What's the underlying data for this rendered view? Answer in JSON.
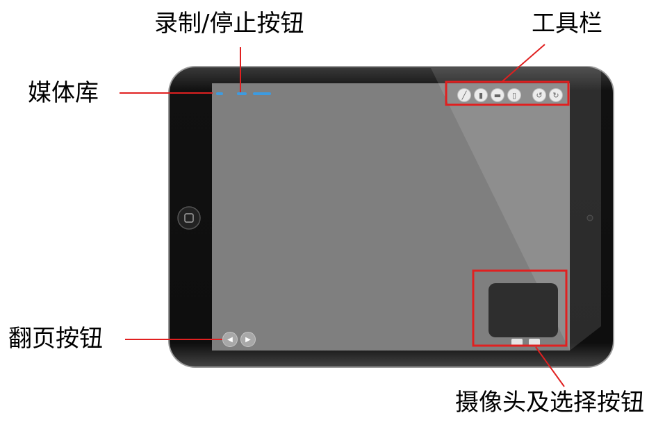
{
  "labels": {
    "record_stop": "录制/停止按钮",
    "toolbar": "工具栏",
    "media_library": "媒体库",
    "page_turn": "翻页按钮",
    "camera_select": "摄像头及选择按钮"
  },
  "colors": {
    "callout_line": "#e02020",
    "tablet_bezel": "#1a1a1a",
    "screen": "#7f7f7f",
    "accent": "#3d9be0"
  },
  "icons": {
    "toolbar": [
      "pen-icon",
      "clipboard-icon",
      "monitor-icon",
      "trash-icon",
      "undo-icon",
      "redo-icon"
    ],
    "page_turn": [
      "previous-page-icon",
      "next-page-icon"
    ],
    "camera_buttons": [
      "camera-icon",
      "camera-switch-icon"
    ]
  }
}
